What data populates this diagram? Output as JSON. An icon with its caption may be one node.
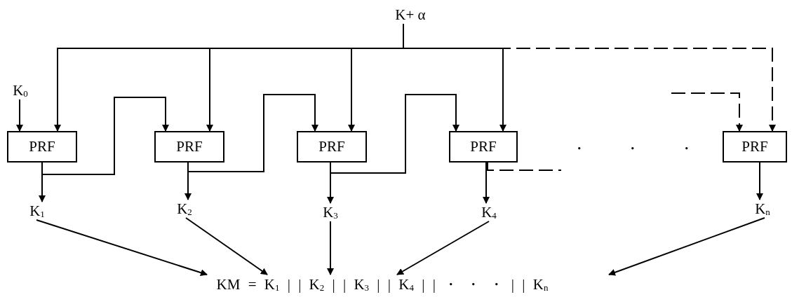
{
  "diagram": {
    "nodes": [
      {
        "text": [
          "K+ α"
        ]
      },
      {
        "text": [
          "K$_{0}$"
        ]
      },
      {
        "text": [
          "PRF"
        ]
      },
      {
        "text": [
          "PRF"
        ]
      },
      {
        "text": [
          "PRF"
        ]
      },
      {
        "text": [
          "PRF"
        ]
      },
      {
        "text": [
          "PRF"
        ]
      },
      {
        "text": [
          "K$_{1}$"
        ]
      },
      {
        "text": [
          "K$_{2}$"
        ]
      },
      {
        "text": [
          "K$_{3}$"
        ]
      },
      {
        "text": [
          "K$_{4}$"
        ]
      },
      {
        "text": [
          "K$_{n}$"
        ]
      },
      {
        "text": [
          "KM = K$_{1}$ | | K$_{2}$ | | K$_{3}$ | | K$_{4}$ | | ・ ・ ・ | | K$_{n}$"
        ]
      }
    ],
    "edges": [
      {
        "from": 0,
        "to": 2,
        "arrow": "to"
      },
      {
        "from": 0,
        "to": 3,
        "arrow": "to"
      },
      {
        "from": 0,
        "to": 4,
        "arrow": "to"
      },
      {
        "from": 0,
        "to": 5,
        "arrow": "to"
      },
      {
        "from": 0,
        "to": 6,
        "arrow": "to",
        "style": "dashed"
      },
      {
        "from": 1,
        "to": 2,
        "arrow": "to"
      },
      {
        "from": 2,
        "to": 3,
        "arrow": "to"
      },
      {
        "from": 3,
        "to": 4,
        "arrow": "to"
      },
      {
        "from": 4,
        "to": 5,
        "arrow": "to"
      },
      {
        "from": 5,
        "to": null,
        "arrow": "none",
        "style": "dashed"
      },
      {
        "from": null,
        "to": 6,
        "arrow": "to",
        "style": "dashed"
      },
      {
        "from": 2,
        "to": 7,
        "arrow": "to"
      },
      {
        "from": 3,
        "to": 8,
        "arrow": "to"
      },
      {
        "from": 4,
        "to": 9,
        "arrow": "to"
      },
      {
        "from": 5,
        "to": 10,
        "arrow": "to"
      },
      {
        "from": 6,
        "to": 11,
        "arrow": "to"
      },
      {
        "from": 7,
        "to": 12,
        "arrow": "to"
      },
      {
        "from": 8,
        "to": 12,
        "arrow": "to"
      },
      {
        "from": 9,
        "to": 12,
        "arrow": "to"
      },
      {
        "from": 10,
        "to": 12,
        "arrow": "to"
      },
      {
        "from": 11,
        "to": 12,
        "arrow": "to"
      }
    ],
    "labels": [
      "・ ・ ・"
    ]
  }
}
